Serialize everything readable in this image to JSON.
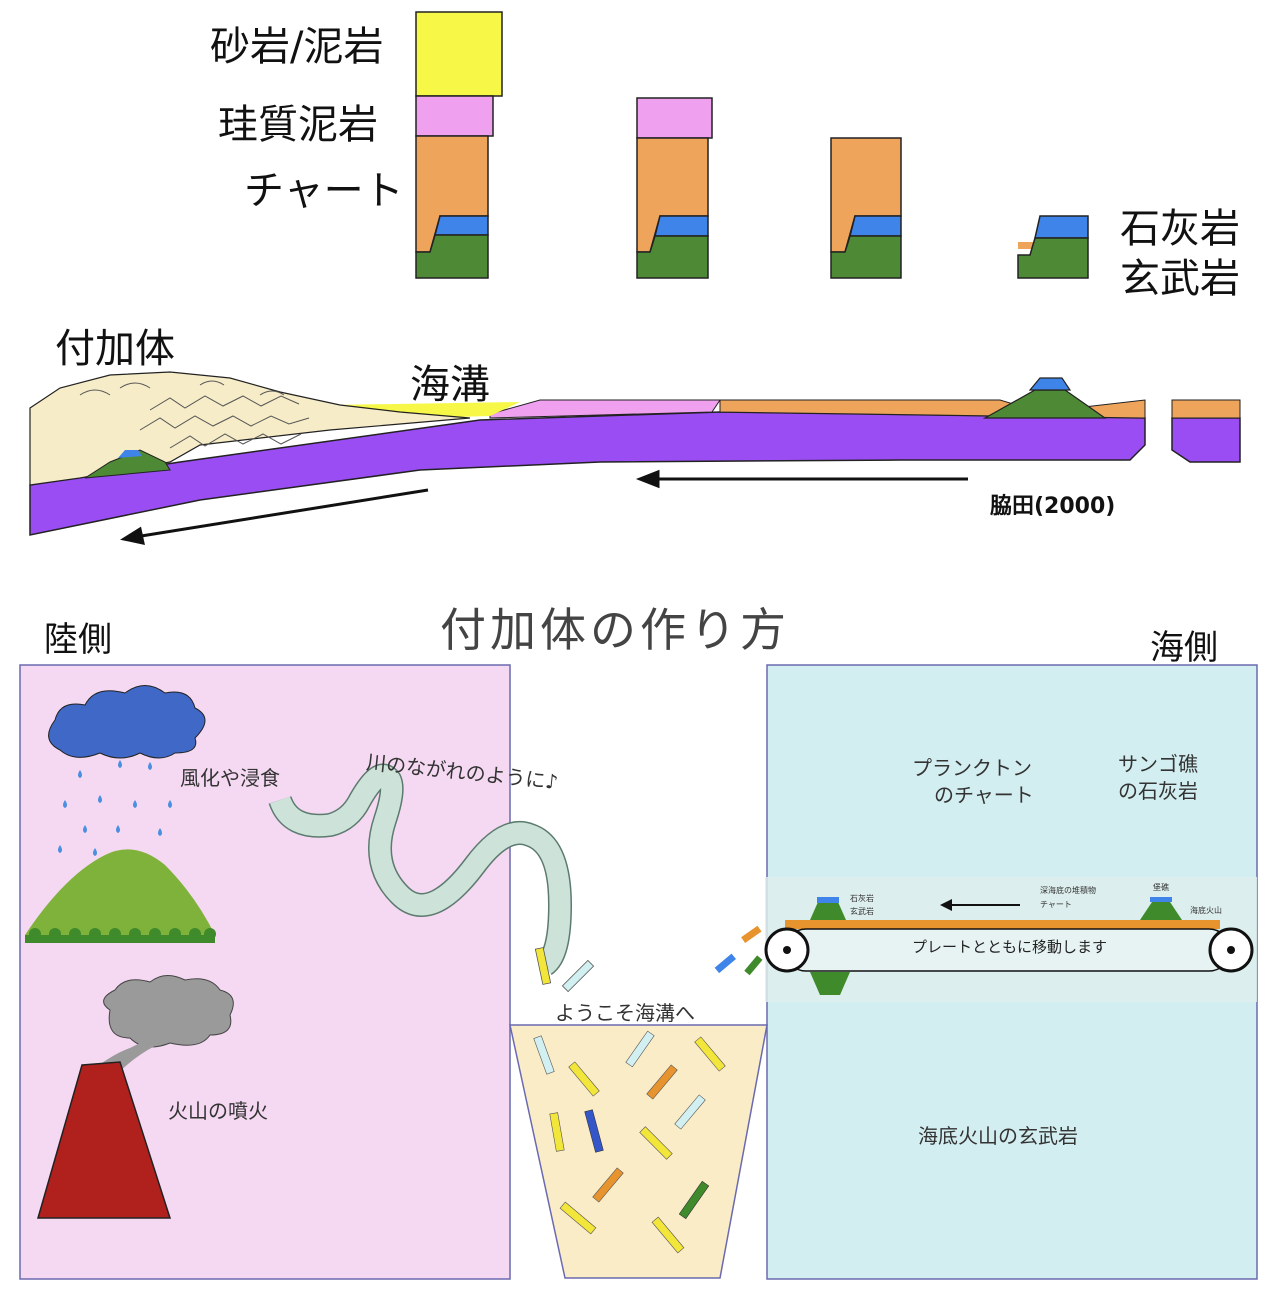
{
  "top": {
    "labels": {
      "sandstone_mudstone": "砂岩/泥岩",
      "siliceous_mudstone": "珪質泥岩",
      "chert": "チャート",
      "limestone": "石灰岩",
      "basalt": "玄武岩",
      "accretionary_prism": "付加体",
      "trench": "海溝",
      "credit": "脇田(2000)"
    },
    "colors": {
      "sandstone": "#f7f748",
      "siliceous_mudstone": "#efa1ef",
      "chert": "#efa45c",
      "limestone": "#3f84e8",
      "basalt": "#4e8a35",
      "plate": "#9a4df2",
      "prism": "#f7ecc8"
    }
  },
  "bottom": {
    "title": "付加体の作り方",
    "land_side": "陸側",
    "sea_side": "海側",
    "weathering": "風化や浸食",
    "river": "川のながれのように♪",
    "volcano": "火山の噴火",
    "welcome": "ようこそ海溝へ",
    "plankton_line1": "プランクトン",
    "plankton_line2": "のチャート",
    "coral_line1": "サンゴ礁",
    "coral_line2": "の石灰岩",
    "seamount": "海底火山の玄武岩",
    "belt_label": "プレートとともに移動します",
    "belt_small": {
      "limestone": "石灰岩",
      "basalt": "玄武岩",
      "deep_sea_sediment": "深海底の堆積物",
      "chert": "チャート",
      "reef": "堡礁",
      "seamount": "海底火山"
    },
    "colors": {
      "land_bg": "#f5d9f2",
      "sea_bg": "#d3eef1",
      "bucket": "#fbecc8",
      "volcano": "#b0201c",
      "hill": "#7fb23a",
      "cloud_rain": "#3f68c7",
      "smoke": "#9a9a9a",
      "river": "#cde3da"
    }
  }
}
